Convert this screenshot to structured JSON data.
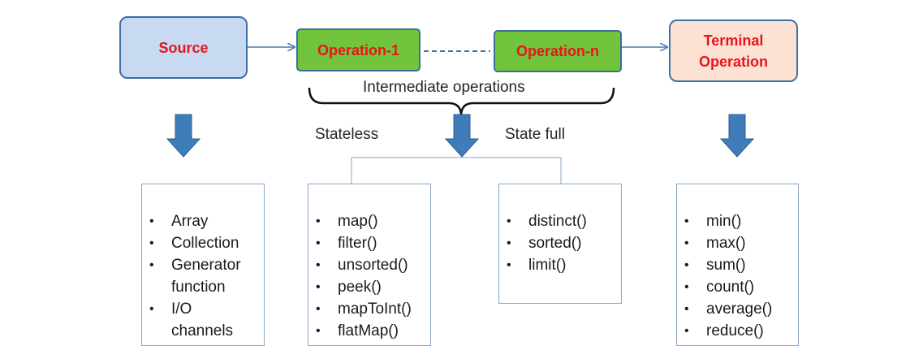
{
  "nodes": {
    "source": "Source",
    "operation_1": "Operation-1",
    "operation_n": "Operation-n",
    "terminal": "Terminal\nOperation"
  },
  "labels": {
    "intermediate": "Intermediate operations",
    "stateless": "Stateless",
    "statefull": "State full"
  },
  "lists": {
    "source": [
      "Array",
      "Collection",
      "Generator",
      "function",
      "I/O",
      "channels"
    ],
    "stateless": [
      "map()",
      "filter()",
      "unsorted()",
      "peek()",
      "mapToInt()",
      "flatMap()"
    ],
    "statefull": [
      "distinct()",
      "sorted()",
      "limit()"
    ],
    "terminal": [
      "min()",
      "max()",
      "sum()",
      "count()",
      "average()",
      "reduce()"
    ]
  },
  "edges": [
    {
      "from": "source",
      "to": "operation_1",
      "style": "arrow"
    },
    {
      "from": "operation_1",
      "to": "operation_n",
      "style": "dashed"
    },
    {
      "from": "operation_n",
      "to": "terminal",
      "style": "arrow"
    }
  ],
  "colors": {
    "node_text": "#e8141c",
    "source_fill": "#c7daf1",
    "operation_fill": "#72c43c",
    "terminal_fill": "#fde2d4",
    "arrow": "#3f7cba"
  }
}
